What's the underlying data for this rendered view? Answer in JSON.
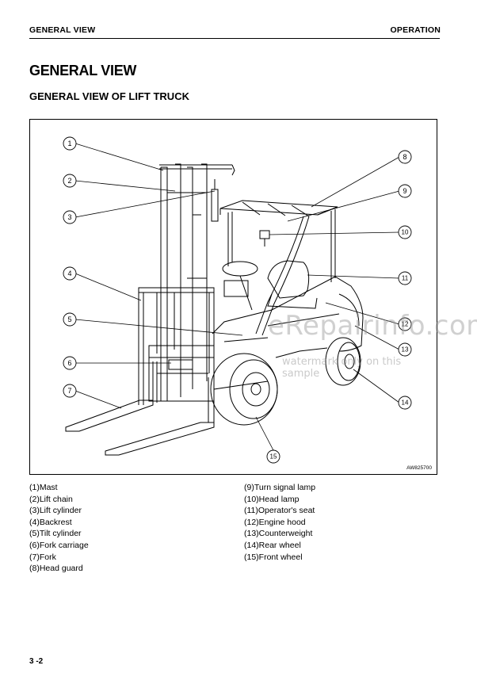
{
  "header": {
    "left": "GENERAL VIEW",
    "right": "OPERATION"
  },
  "title": "GENERAL VIEW",
  "subtitle": "GENERAL VIEW OF LIFT TRUCK",
  "figure": {
    "code": "AW825700",
    "callouts": [
      "1",
      "2",
      "3",
      "4",
      "5",
      "6",
      "7",
      "8",
      "9",
      "10",
      "11",
      "12",
      "13",
      "14",
      "15"
    ],
    "watermark": "eRepairinfo.com",
    "watermark_note": "watermark only on this sample"
  },
  "legend": {
    "col1": [
      "(1)Mast",
      "(2)Lift chain",
      "(3)Lift cylinder",
      "(4)Backrest",
      "(5)Tilt cylinder",
      "(6)Fork carriage",
      "(7)Fork",
      "(8)Head guard"
    ],
    "col2": [
      "(9)Turn signal lamp",
      "(10)Head lamp",
      "(11)Operator's seat",
      "(12)Engine hood",
      "(13)Counterweight",
      "(14)Rear wheel",
      "(15)Front wheel"
    ]
  },
  "page_number": "3 -2"
}
